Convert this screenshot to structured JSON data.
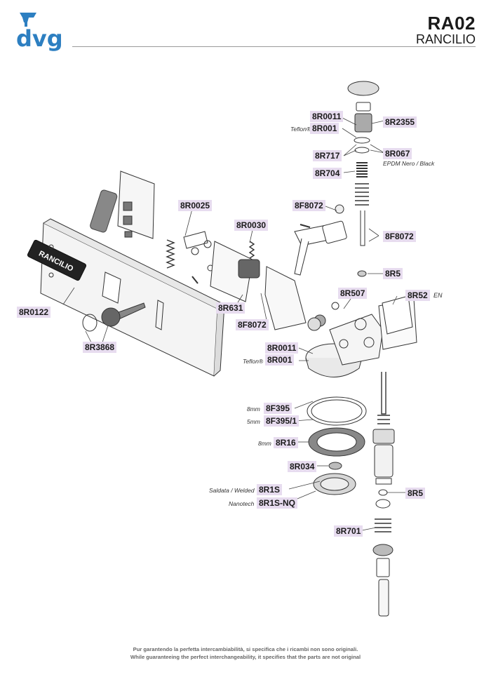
{
  "header": {
    "logo_text": "dvg",
    "code": "RA02",
    "brand": "RANCILIO"
  },
  "diagram": {
    "panel_brand": "RANCILIO"
  },
  "parts": {
    "p_8r0011_top": "8R0011",
    "p_8r001_top": "8R001",
    "p_8r2355": "8R2355",
    "p_8r717": "8R717",
    "p_8r067": "8R067",
    "p_8r704": "8R704",
    "p_8r0025": "8R0025",
    "p_8f8072_a": "8F8072",
    "p_8r0030": "8R0030",
    "p_8f8072_b": "8F8072",
    "p_8r5_a": "8R5",
    "p_8r507": "8R507",
    "p_8r52": "8R52",
    "p_8r0122": "8R0122",
    "p_8r631": "8R631",
    "p_8f8072_c": "8F8072",
    "p_8r3868": "8R3868",
    "p_8r0011_mid": "8R0011",
    "p_8r001_mid": "8R001",
    "p_8f395": "8F395",
    "p_8f395_1": "8F395/1",
    "p_8r16": "8R16",
    "p_8r034": "8R034",
    "p_8r1s": "8R1S",
    "p_8r1s_nq": "8R1S-NQ",
    "p_8r5_b": "8R5",
    "p_8r701": "8R701"
  },
  "notes": {
    "teflon_top": "Teflon®",
    "epdm": "EPDM Nero / Black",
    "en": "EN",
    "teflon_mid": "Teflon®",
    "mm8_a": "8mm",
    "mm5": "5mm",
    "mm8_b": "8mm",
    "saldata": "Saldata / Welded",
    "nanotech": "Nanotech"
  },
  "footer": {
    "line1": "Pur garantendo la perfetta intercambiabilità, si specifica che i ricambi non sono originali.",
    "line2": "While guaranteeing the perfect interchangeability, it specifies that the parts are not original"
  },
  "colors": {
    "brand_blue": "#2d7fc1",
    "label_bg": "#e7dcef"
  }
}
